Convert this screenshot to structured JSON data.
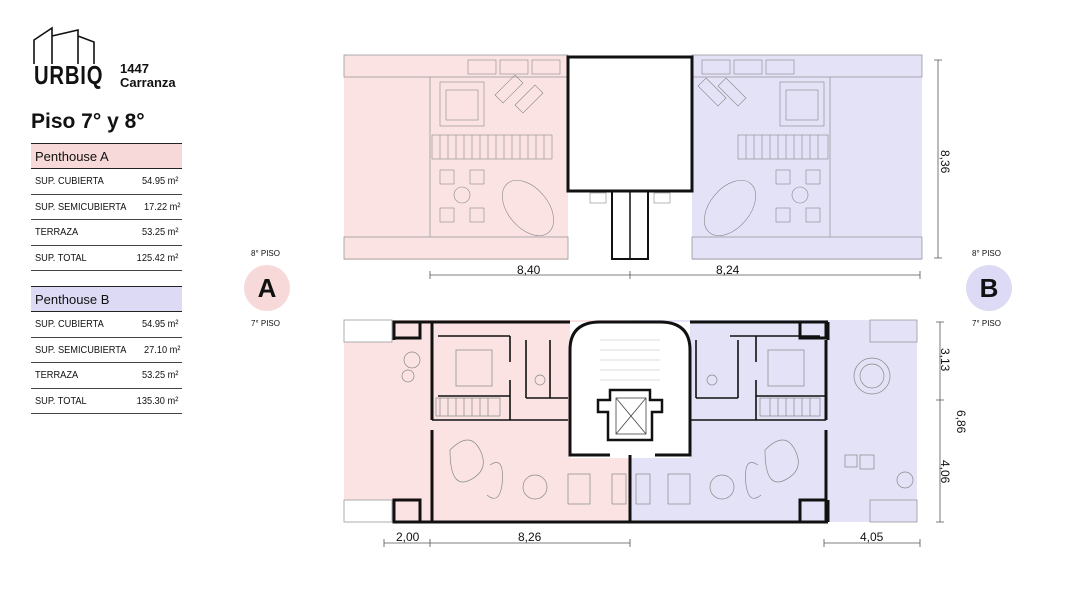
{
  "brand": {
    "name": "URBIQ",
    "number": "1447",
    "street": "Carranza"
  },
  "floor_title": "Piso 7° y 8°",
  "units": [
    {
      "name": "Penthouse A",
      "color": "#f7d9d9",
      "rows": [
        {
          "label": "SUP. CUBIERTA",
          "value": "54.95 m²"
        },
        {
          "label": "SUP. SEMICUBIERTA",
          "value": "17.22 m²"
        },
        {
          "label": "TERRAZA",
          "value": "53.25 m²"
        },
        {
          "label": "SUP. TOTAL",
          "value": "125.42 m²"
        }
      ]
    },
    {
      "name": "Penthouse B",
      "color": "#dcdaf4",
      "rows": [
        {
          "label": "SUP. CUBIERTA",
          "value": "54.95 m²"
        },
        {
          "label": "SUP. SEMICUBIERTA",
          "value": "27.10 m²"
        },
        {
          "label": "TERRAZA",
          "value": "53.25 m²"
        },
        {
          "label": "SUP. TOTAL",
          "value": "135.30 m²"
        }
      ]
    }
  ],
  "markers": {
    "a": {
      "letter": "A",
      "top": "8° PISO",
      "bottom": "7° PISO",
      "color": "#f7d9d9"
    },
    "b": {
      "letter": "B",
      "top": "8° PISO",
      "bottom": "7° PISO",
      "color": "#dcdaf4"
    }
  },
  "dimensions": {
    "top_left": "8,40",
    "top_right": "8,24",
    "top_height": "8,36",
    "bottom_a": "2,00",
    "bottom_b": "8,26",
    "bottom_c": "4,05",
    "right_upper": "3,13",
    "right_total": "6,86",
    "right_lower": "4,06"
  }
}
